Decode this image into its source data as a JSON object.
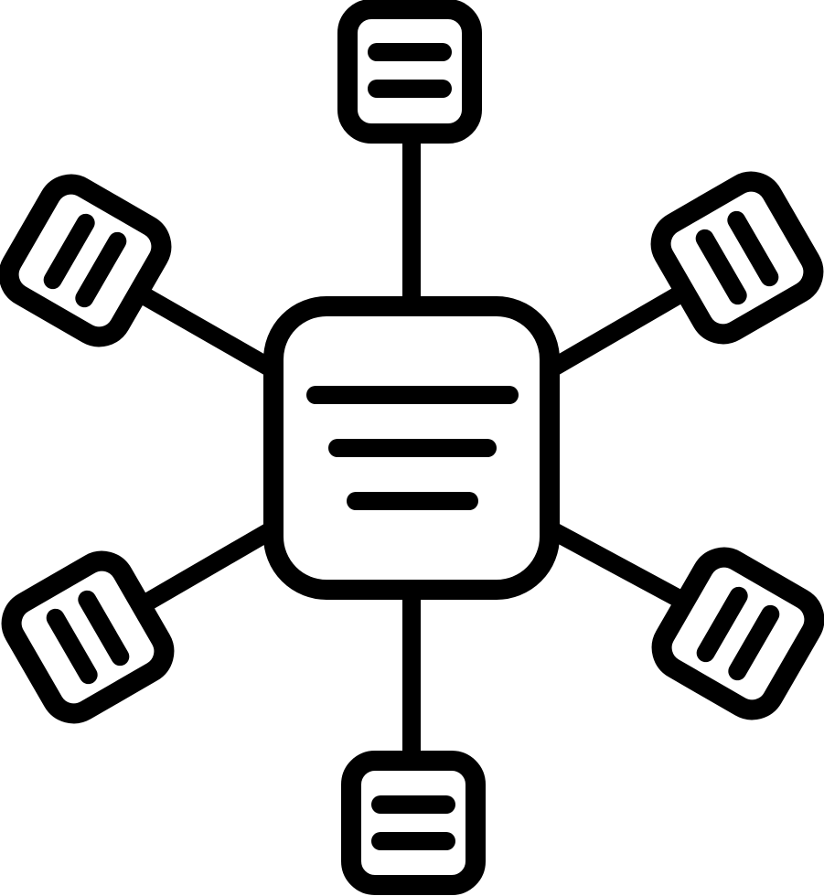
{
  "icon": {
    "name": "network-hub-icon",
    "stroke_color": "#000000",
    "fill_color": "#ffffff",
    "central_node": {
      "shape": "rounded-square",
      "line_count": 3
    },
    "satellite_nodes": {
      "count": 6,
      "shape": "rounded-square",
      "line_count": 2
    }
  }
}
